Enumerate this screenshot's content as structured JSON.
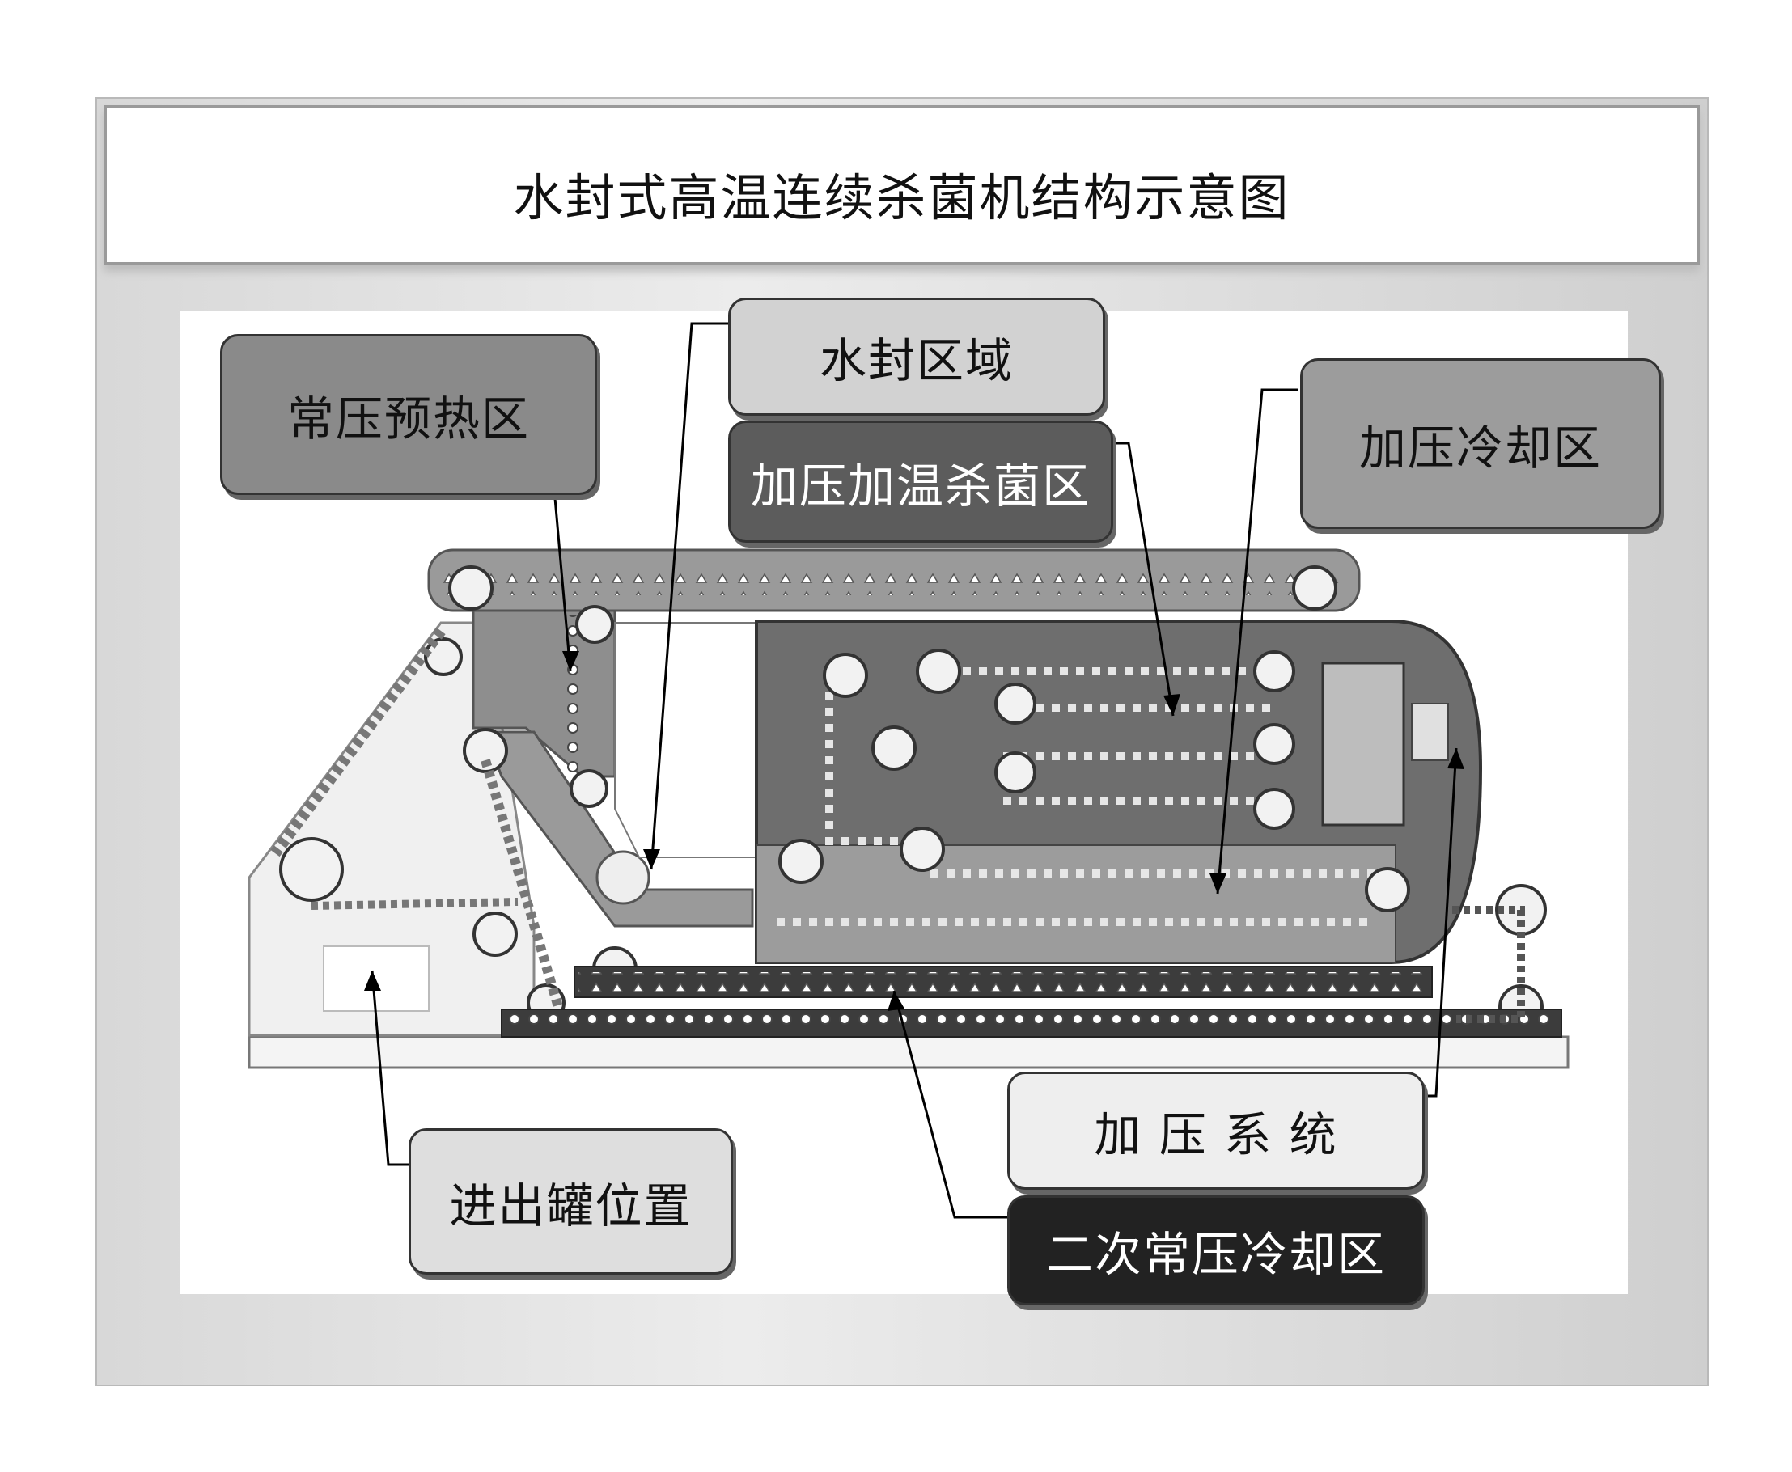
{
  "title": "水封式高温连续杀菌机结构示意图",
  "labels": {
    "preheat": "常压预热区",
    "water_seal": "水封区域",
    "sterilize": "加压加温杀菌区",
    "pressure_cool": "加压冷却区",
    "pressure_system": "加 压 系 统",
    "can_position": "进出罐位置",
    "secondary_cool": "二次常压冷却区"
  },
  "colors": {
    "preheat": "#8a8a8a",
    "water_seal": "#d2d2d2",
    "sterilize": "#5c5c5c",
    "pressure_cool": "#9c9c9c",
    "pressure_system": "#eeeeee",
    "can_position": "#dedede",
    "secondary_cool": "#222222"
  }
}
